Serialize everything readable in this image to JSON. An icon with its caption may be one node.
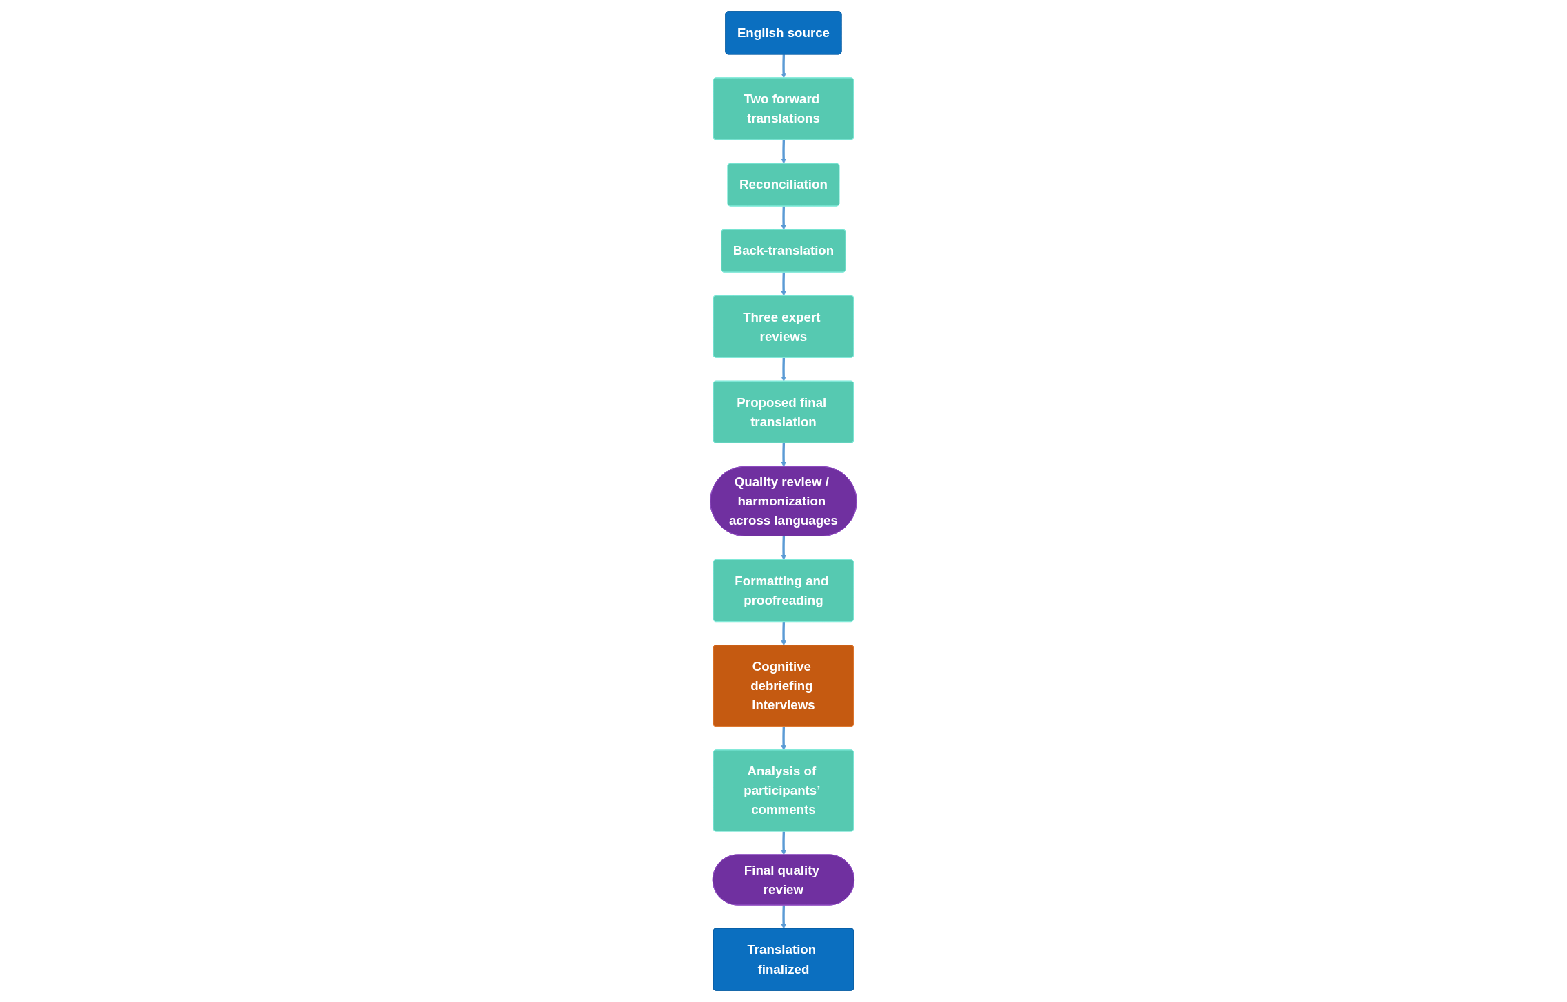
{
  "diagram": {
    "nodes": [
      {
        "text": [
          "English source"
        ]
      },
      {
        "text": [
          "Two forward translations"
        ]
      },
      {
        "text": [
          "Reconciliation"
        ]
      },
      {
        "text": [
          "Back-translation"
        ]
      },
      {
        "text": [
          "Three expert reviews"
        ]
      },
      {
        "text": [
          "Proposed final translation"
        ]
      },
      {
        "text": [
          "Quality review / harmonization across languages"
        ]
      },
      {
        "text": [
          "Formatting and proofreading"
        ]
      },
      {
        "text": [
          "Cognitive debriefing interviews"
        ]
      },
      {
        "text": [
          "Analysis of participants’ comments"
        ]
      },
      {
        "text": [
          "Final quality review"
        ]
      },
      {
        "text": [
          "Translation finalized"
        ]
      }
    ],
    "edges": [
      {
        "from": 0,
        "to": 1,
        "arrow": "to"
      },
      {
        "from": 1,
        "to": 2,
        "arrow": "to"
      },
      {
        "from": 2,
        "to": 3,
        "arrow": "to"
      },
      {
        "from": 3,
        "to": 4,
        "arrow": "to"
      },
      {
        "from": 4,
        "to": 5,
        "arrow": "to"
      },
      {
        "from": 5,
        "to": 6,
        "arrow": "to"
      },
      {
        "from": 6,
        "to": 7,
        "arrow": "to"
      },
      {
        "from": 7,
        "to": 8,
        "arrow": "to"
      },
      {
        "from": 8,
        "to": 9,
        "arrow": "to"
      },
      {
        "from": 9,
        "to": 10,
        "arrow": "to"
      },
      {
        "from": 10,
        "to": 11,
        "arrow": "to"
      }
    ]
  }
}
